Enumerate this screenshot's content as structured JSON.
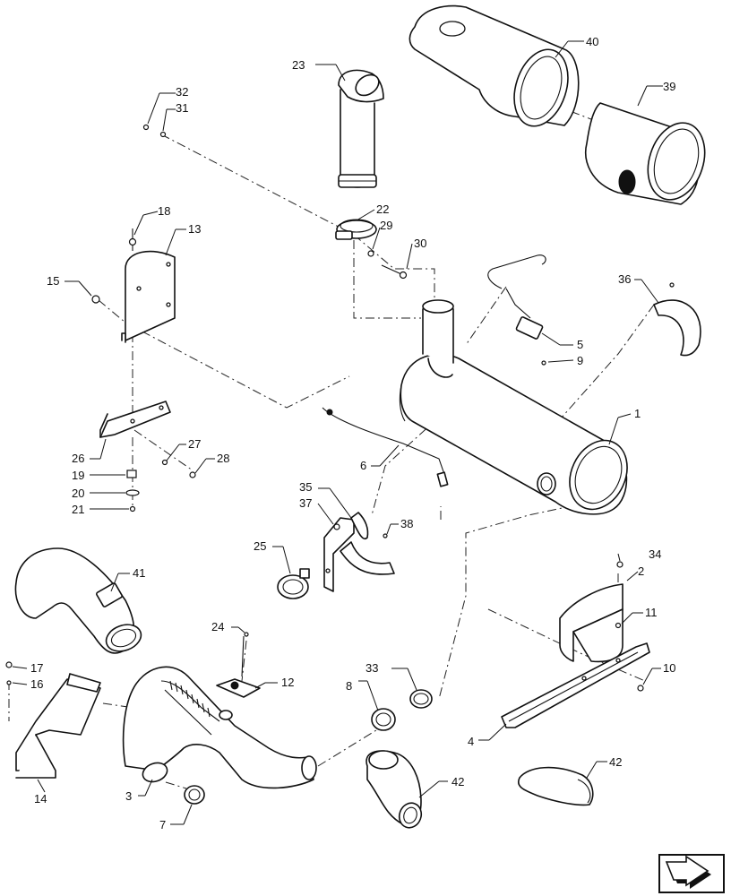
{
  "diagram": {
    "callouts": {
      "c1": "1",
      "c2": "2",
      "c3": "3",
      "c4": "4",
      "c5": "5",
      "c6": "6",
      "c7": "7",
      "c8": "8",
      "c9": "9",
      "c10": "10",
      "c11": "11",
      "c12": "12",
      "c13": "13",
      "c14": "14",
      "c15": "15",
      "c16": "16",
      "c17": "17",
      "c18": "18",
      "c19": "19",
      "c20": "20",
      "c21": "21",
      "c22": "22",
      "c23": "23",
      "c24": "24",
      "c25": "25",
      "c26": "26",
      "c27": "27",
      "c28": "28",
      "c29": "29",
      "c30": "30",
      "c31": "31",
      "c32": "32",
      "c33": "33",
      "c34": "34",
      "c35": "35",
      "c36": "36",
      "c37": "37",
      "c38": "38",
      "c39": "39",
      "c40": "40",
      "c41": "41",
      "c42a": "42",
      "c42b": "42"
    },
    "nav_icon": "arrow-next-icon"
  }
}
